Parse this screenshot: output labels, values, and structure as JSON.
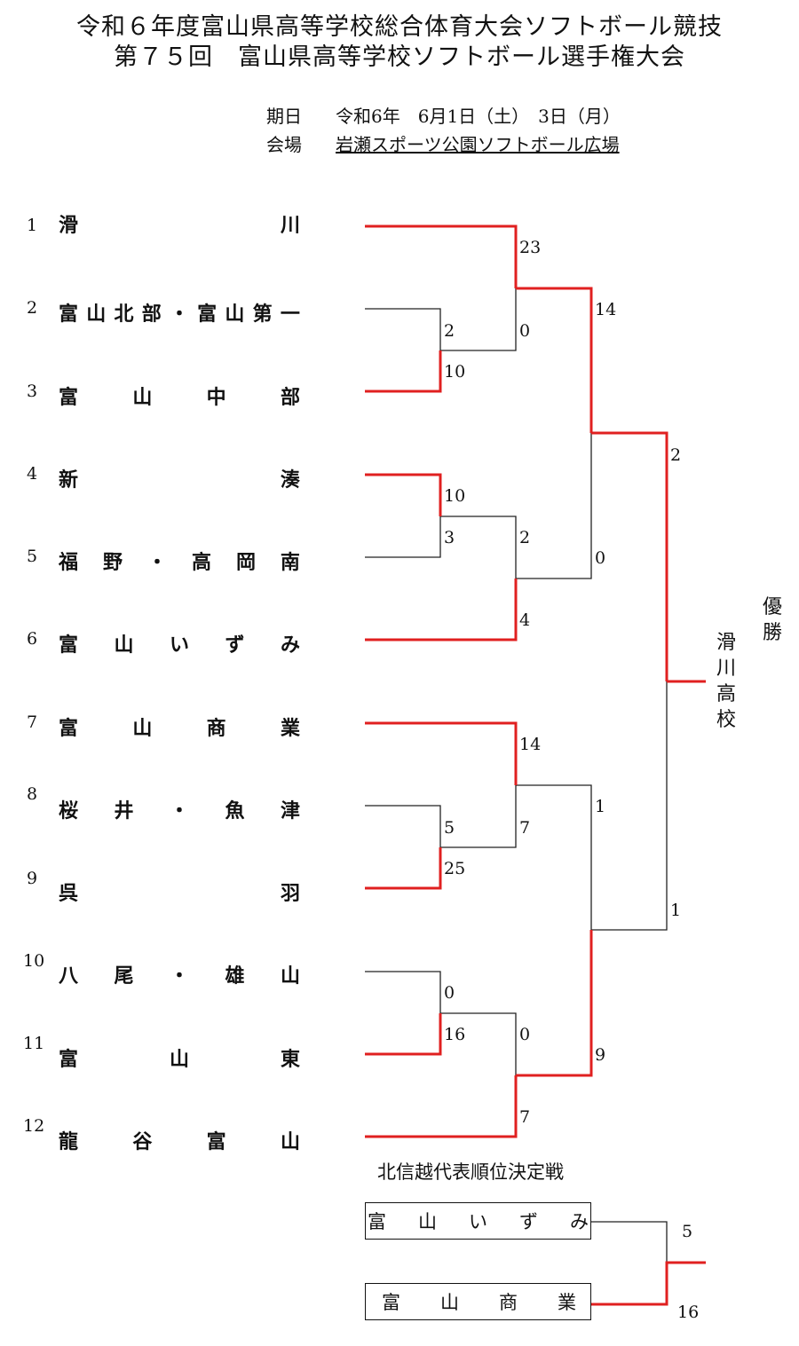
{
  "header": {
    "title_line1": "令和６年度富山県高等学校総合体育大会ソフトボール競技",
    "title_line2": "第７５回　富山県高等学校ソフトボール選手権大会",
    "date_label": "期日",
    "date_value": "令和6年　6月1日（土）　3日（月）",
    "venue_label": "会場",
    "venue_value": "岩瀬スポーツ公園ソフトボール広場"
  },
  "teams": [
    {
      "seed": "1",
      "chars": [
        "滑",
        "川"
      ]
    },
    {
      "seed": "2",
      "chars": [
        "富",
        "山",
        "北",
        "部",
        "・",
        "富",
        "山",
        "第",
        "一"
      ]
    },
    {
      "seed": "3",
      "chars": [
        "富",
        "山",
        "中",
        "部"
      ]
    },
    {
      "seed": "4",
      "chars": [
        "新",
        "湊"
      ]
    },
    {
      "seed": "5",
      "chars": [
        "福",
        "野",
        "・",
        "高",
        "岡",
        "南"
      ]
    },
    {
      "seed": "6",
      "chars": [
        "富",
        "山",
        "い",
        "ず",
        "み"
      ]
    },
    {
      "seed": "7",
      "chars": [
        "富",
        "山",
        "商",
        "業"
      ]
    },
    {
      "seed": "8",
      "chars": [
        "桜",
        "井",
        "・",
        "魚",
        "津"
      ]
    },
    {
      "seed": "9",
      "chars": [
        "呉",
        "羽"
      ]
    },
    {
      "seed": "10",
      "chars": [
        "八",
        "尾",
        "・",
        "雄",
        "山"
      ]
    },
    {
      "seed": "11",
      "chars": [
        "富",
        "山",
        "東"
      ]
    },
    {
      "seed": "12",
      "chars": [
        "龍",
        "谷",
        "富",
        "山"
      ]
    }
  ],
  "scores": {
    "r1_2v3": [
      "2",
      "10"
    ],
    "r1_4v5": [
      "10",
      "3"
    ],
    "r1_8v9": [
      "5",
      "25"
    ],
    "r1_10v11": [
      "0",
      "16"
    ],
    "qf_1": [
      "23",
      "0"
    ],
    "qf_2": [
      "2",
      "4"
    ],
    "qf_3": [
      "14",
      "7"
    ],
    "qf_4": [
      "0",
      "7"
    ],
    "sf_1": [
      "14",
      "0"
    ],
    "sf_2": [
      "1",
      "9"
    ],
    "final": [
      "2",
      "1"
    ]
  },
  "champion": {
    "label": "優勝",
    "name": "滑川高校"
  },
  "placement": {
    "title": "北信越代表順位決定戦",
    "team_a": [
      "富",
      "山",
      "い",
      "ず",
      "み"
    ],
    "team_b": [
      "富",
      "山",
      "商",
      "業"
    ],
    "scores": [
      "5",
      "16"
    ]
  },
  "colors": {
    "winner_line": "#e02020",
    "loser_line": "#222222"
  }
}
